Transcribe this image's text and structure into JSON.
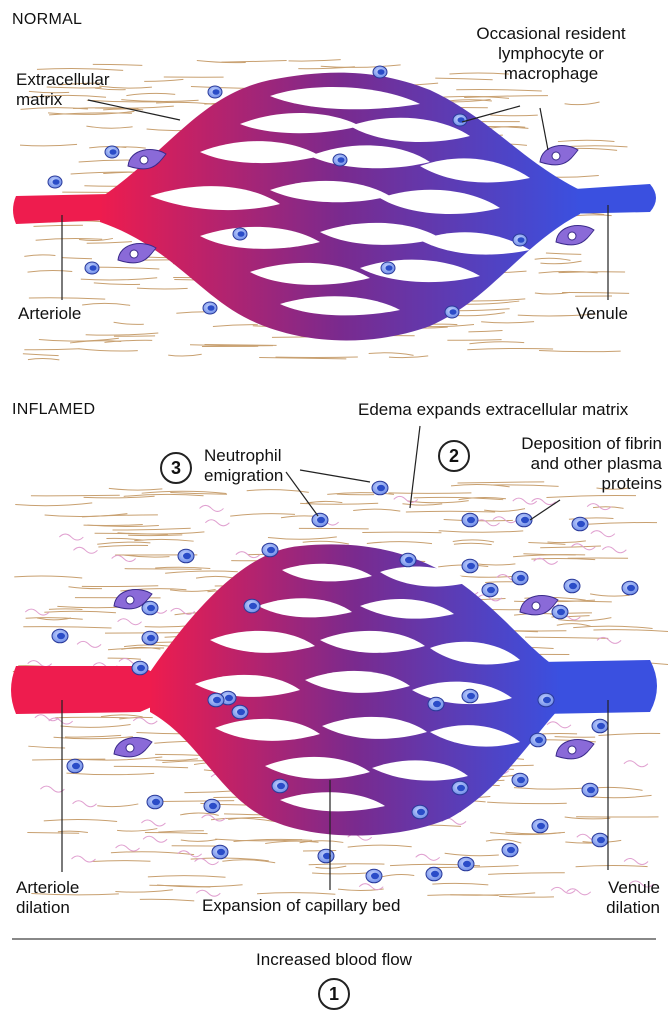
{
  "normal": {
    "title": "NORMAL",
    "labels": {
      "extracellular_matrix": "Extracellular\nmatrix",
      "resident_cells": "Occasional resident\nlymphocyte or\nmacrophage",
      "arteriole": "Arteriole",
      "venule": "Venule"
    }
  },
  "inflamed": {
    "title": "INFLAMED",
    "labels": {
      "edema": "Edema expands extracellular matrix",
      "step3_number": "3",
      "neutrophil": "Neutrophil\nemigration",
      "step2_number": "2",
      "fibrin": "Deposition of fibrin\nand other plasma\nproteins",
      "arteriole_dilation": "Arteriole\ndilation",
      "capillary_expansion": "Expansion of capillary bed",
      "venule_dilation": "Venule\ndilation"
    }
  },
  "footer": {
    "blood_flow": "Increased blood flow",
    "step1_number": "1"
  },
  "colors": {
    "arterial": "#ee1c4e",
    "capillary": "#7a2a8e",
    "venous": "#3a50e0",
    "matrix_fiber": "#c8a070",
    "fibrin": "#e0a0d0",
    "cell_nucleus": "#2a4cc8",
    "macrophage": "#8a6ad8"
  }
}
